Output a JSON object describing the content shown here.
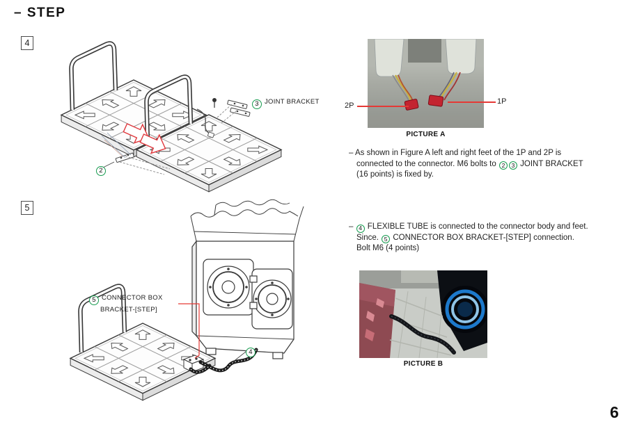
{
  "page": {
    "title": "– STEP",
    "number": "6"
  },
  "colors": {
    "accent_green": "#169b4f",
    "leader_red": "#e53935"
  },
  "step4": {
    "box_label": "4",
    "illustration": {
      "joint_bracket_callout": {
        "num": "3",
        "label": "JOINT BRACKET"
      },
      "bracket2_callout": {
        "num": "2"
      }
    },
    "picture_a": {
      "caption": "PICTURE A",
      "left_label": "2P",
      "right_label": "1P"
    },
    "text": [
      "– As shown in Figure A left and right feet of the 1P and 2P is",
      "connected to the connector. M6 bolts to ②③ JOINT BRACKET",
      "(16 points) is fixed by."
    ]
  },
  "step5": {
    "box_label": "5",
    "illustration": {
      "connector_callout": {
        "num": "5",
        "label_line1": "CONNECTOR BOX",
        "label_line2": "BRACKET-[STEP]"
      },
      "tube_callout": {
        "num": "4"
      }
    },
    "text": [
      "– ④ FLEXIBLE TUBE is connected to the connector body and feet.",
      "Since. ⑤ CONNECTOR BOX BRACKET-[STEP] connection.",
      "Bolt M6 (4 points)"
    ],
    "picture_b": {
      "caption": "PICTURE B"
    }
  }
}
